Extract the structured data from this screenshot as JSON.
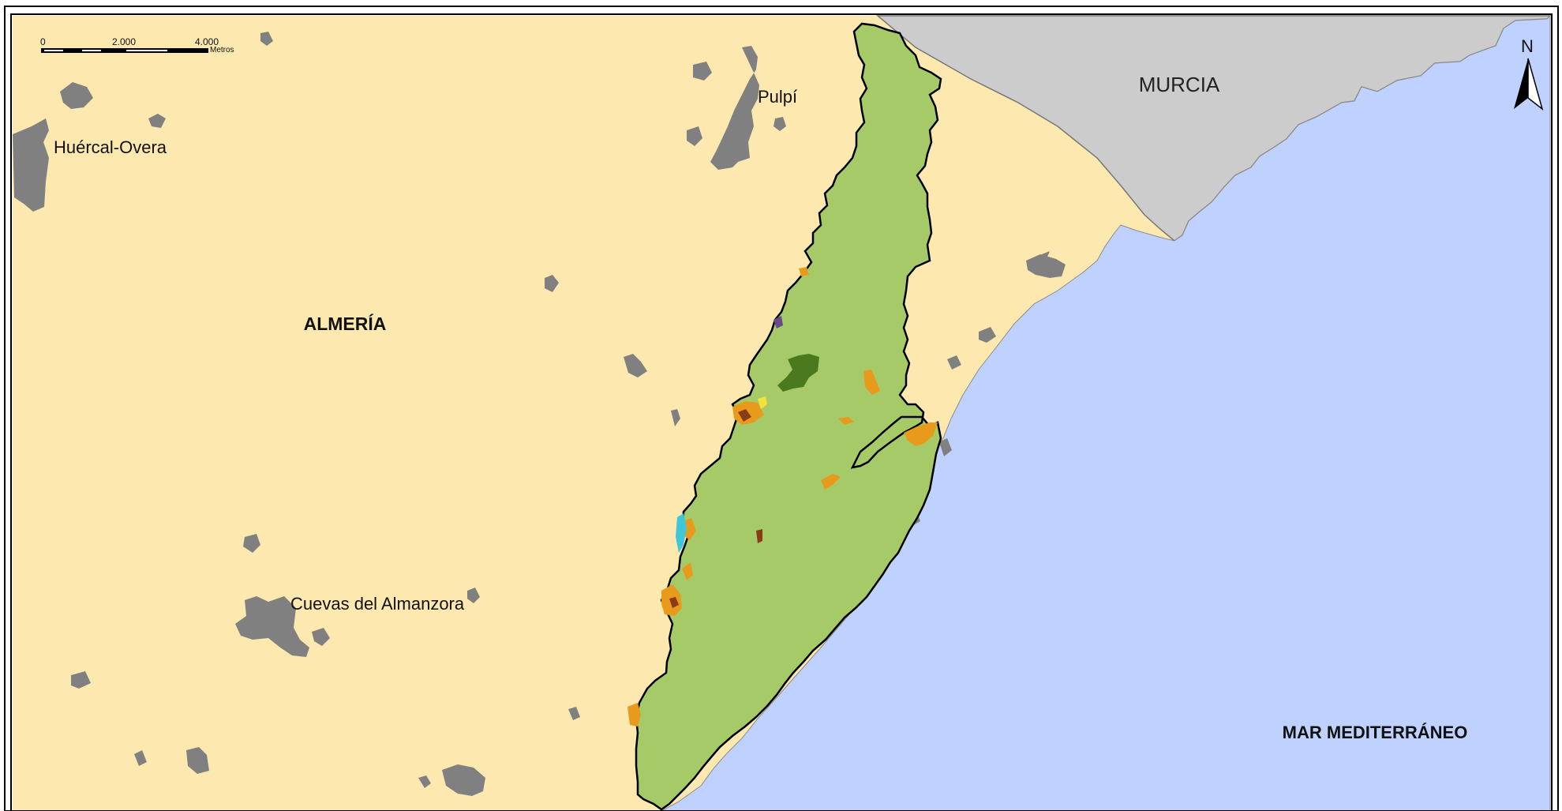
{
  "map": {
    "regions": {
      "murcia": "MURCIA",
      "almeria": "ALMERÍA",
      "sea": "MAR MEDITERRÁNEO"
    },
    "towns": {
      "pulpi": "Pulpí",
      "huercal_overa": "Huércal-Overa",
      "cuevas": "Cuevas del Almanzora"
    },
    "scale_bar": {
      "tick_0": "0",
      "tick_1": "2.000",
      "tick_2": "4.000",
      "unit": "Metros"
    },
    "north_arrow": {
      "label": "N"
    },
    "colors": {
      "land": "#fde8b0",
      "murcia": "#cccccc",
      "sea": "#bfd1ff",
      "protected_area": "#a7ca69",
      "urban": "#808080",
      "dark_green": "#4b7a1e",
      "orange": "#e89a1c",
      "brown": "#8b3a14",
      "cyan": "#3fc6d8",
      "yellow": "#f2e23c"
    }
  }
}
